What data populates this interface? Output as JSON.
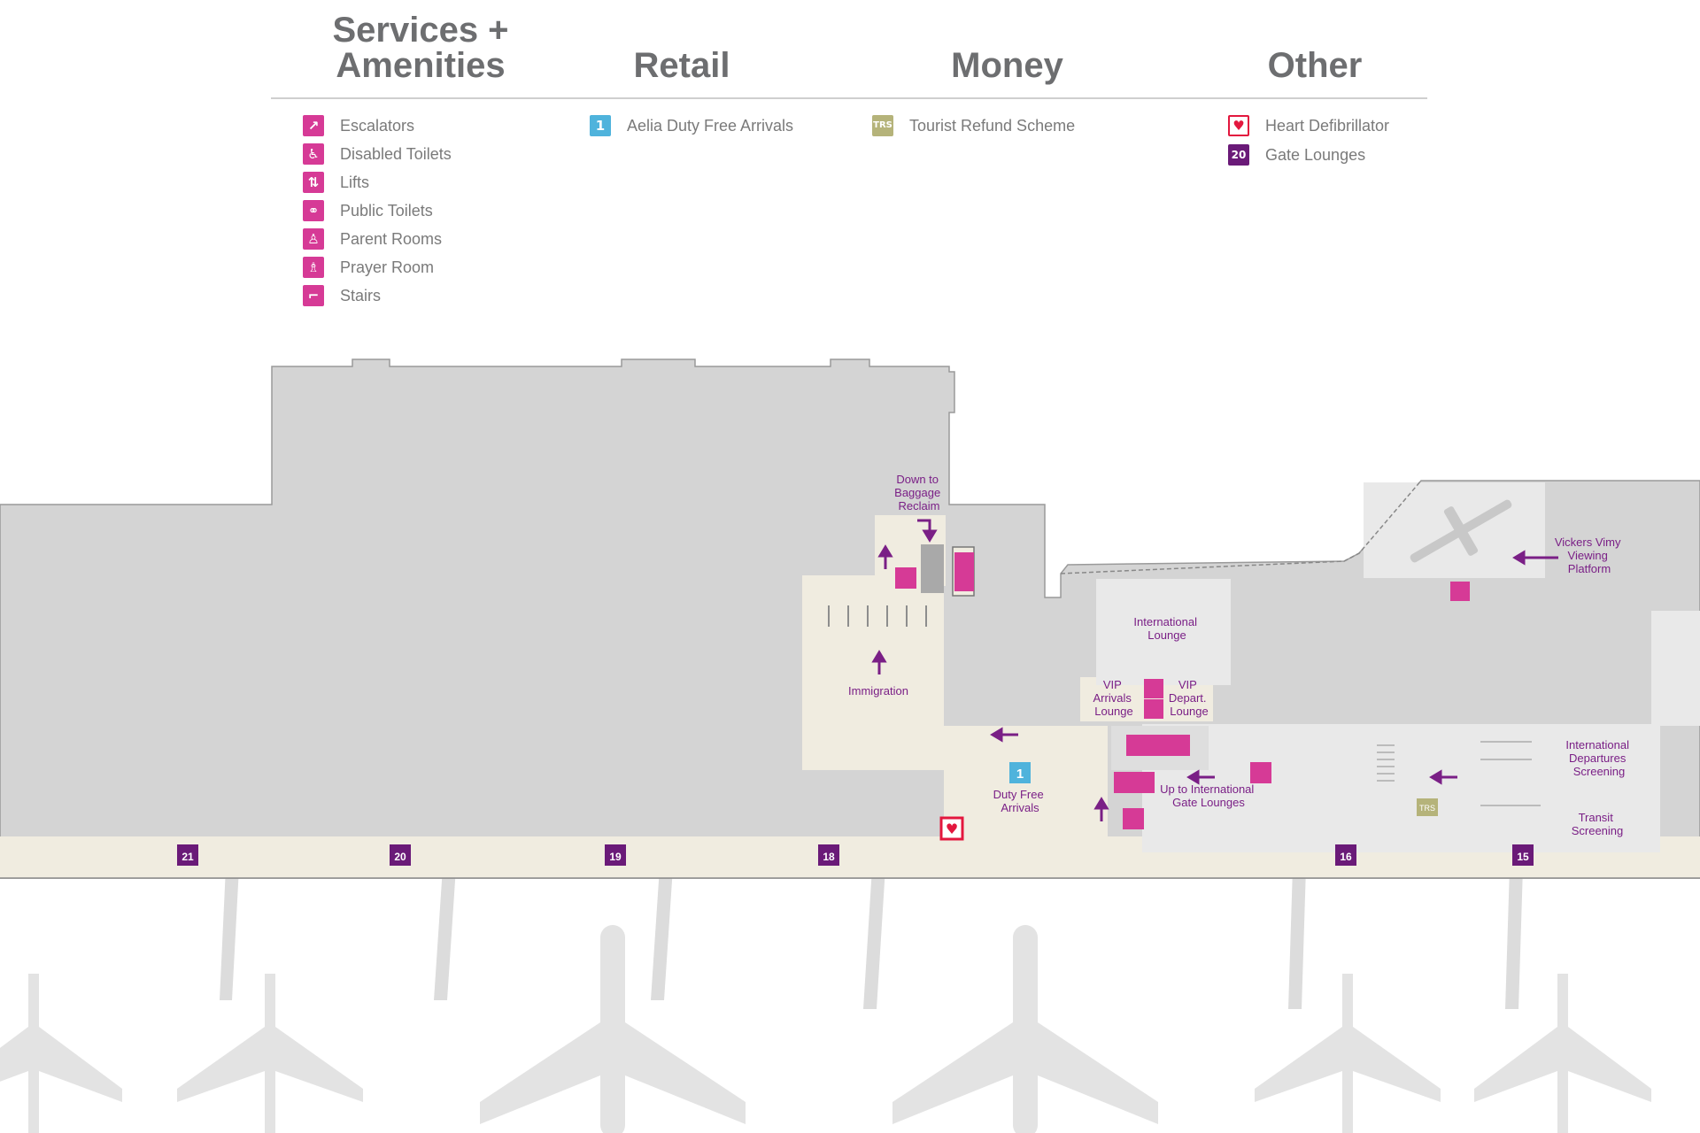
{
  "legend": {
    "headers": {
      "services": [
        "Services +",
        "Amenities"
      ],
      "retail": "Retail",
      "money": "Money",
      "other": "Other"
    },
    "services": [
      {
        "label": "Escalators",
        "icon": "escalator-icon",
        "glyph": "↗"
      },
      {
        "label": "Disabled Toilets",
        "icon": "wheelchair-icon",
        "glyph": "♿"
      },
      {
        "label": "Lifts",
        "icon": "lift-icon",
        "glyph": "⇅"
      },
      {
        "label": "Public Toilets",
        "icon": "toilets-icon",
        "glyph": "⚭"
      },
      {
        "label": "Parent Rooms",
        "icon": "parent-room-icon",
        "glyph": "♙"
      },
      {
        "label": "Prayer Room",
        "icon": "prayer-room-icon",
        "glyph": "♗"
      },
      {
        "label": "Stairs",
        "icon": "stairs-icon",
        "glyph": "⌐"
      }
    ],
    "retail": [
      {
        "label": "Aelia Duty Free Arrivals",
        "icon": "duty-free-icon",
        "glyph": "1"
      }
    ],
    "money": [
      {
        "label": "Tourist Refund Scheme",
        "icon": "trs-icon",
        "glyph": "TRS"
      }
    ],
    "other": [
      {
        "label": "Heart Defibrillator",
        "icon": "heart-icon",
        "glyph": "♥"
      },
      {
        "label": "Gate Lounges",
        "icon": "gate-lounge-icon",
        "glyph": "20"
      }
    ]
  },
  "map": {
    "labels": {
      "down_to_baggage": [
        "Down to",
        "Baggage",
        "Reclaim"
      ],
      "immigration": "Immigration",
      "international_lounge": [
        "International",
        "Lounge"
      ],
      "vip_arrivals": [
        "VIP",
        "Arrivals",
        "Lounge"
      ],
      "vip_departures": [
        "VIP",
        "Depart.",
        "Lounge"
      ],
      "duty_free": [
        "Duty Free",
        "Arrivals"
      ],
      "up_to_gate_lounges": [
        "Up to International",
        "Gate Lounges"
      ],
      "vickers_vimy": [
        "Vickers Vimy",
        "Viewing",
        "Platform"
      ],
      "intl_departures": [
        "International",
        "Departures",
        "Screening"
      ],
      "transit": [
        "Transit",
        "Screening"
      ],
      "duty_free_marker": "1",
      "trs_marker": "TRS"
    },
    "gates": [
      "21",
      "20",
      "19",
      "18",
      "16",
      "15"
    ],
    "colors": {
      "building": "#d4d4d4",
      "concourse": "#f0ece0",
      "light_area": "#e9e9e9",
      "accent_magenta": "#d63a96",
      "accent_purple": "#7a1f86",
      "gate_purple": "#6a1a78",
      "plane_silhouette": "#e3e3e3"
    }
  }
}
